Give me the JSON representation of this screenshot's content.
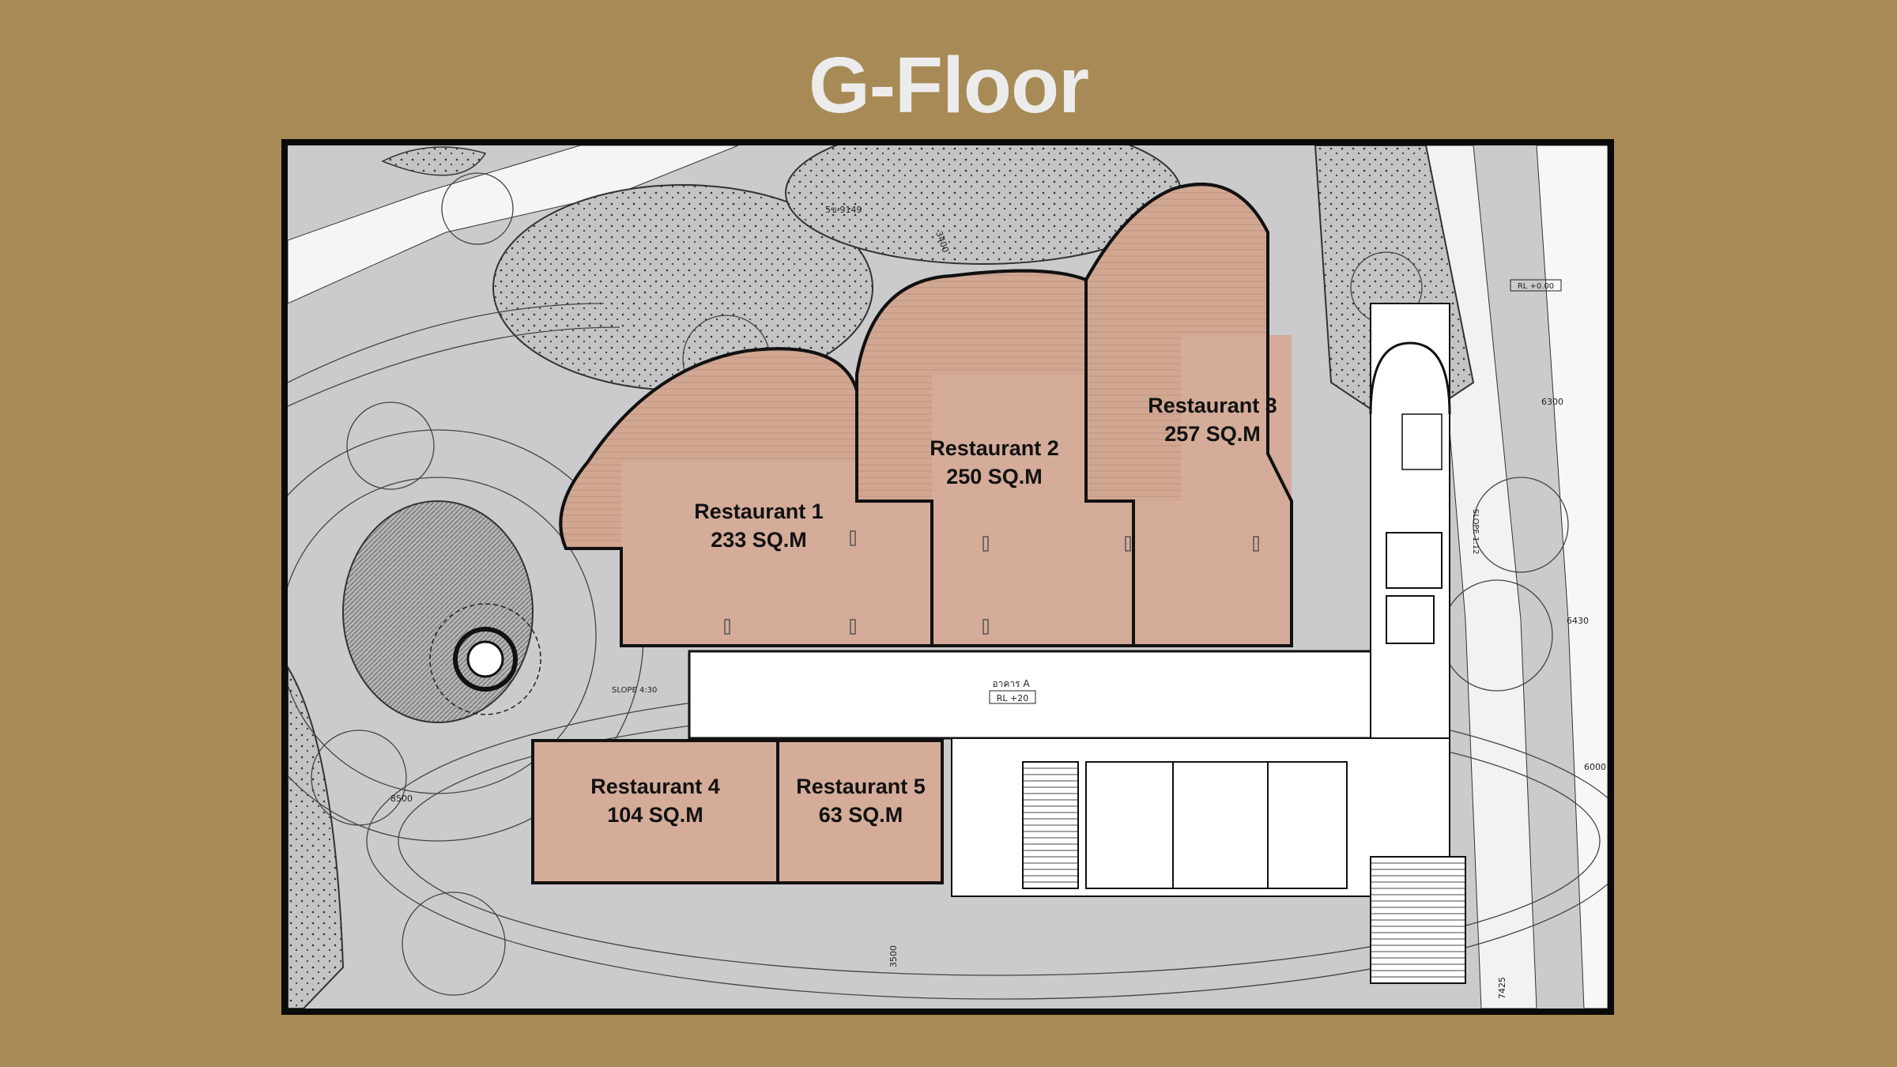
{
  "title": "G-Floor",
  "colors": {
    "background": "#a78a55",
    "restaurant_fill": "#d3a995",
    "site_fill": "#cbcbcd",
    "title_text": "#ececec"
  },
  "units": [
    {
      "name": "Restaurant 1",
      "area": "233 SQ.M"
    },
    {
      "name": "Restaurant 2",
      "area": "250 SQ.M"
    },
    {
      "name": "Restaurant 3",
      "area": "257 SQ.M"
    },
    {
      "name": "Restaurant 4",
      "area": "104 SQ.M"
    },
    {
      "name": "Restaurant 5",
      "area": "63 SQ.M"
    }
  ],
  "annotations": {
    "building": "อาคาร A",
    "building_level": "RL +20",
    "road_level": "RL +0.00",
    "slope_left": "SLOPE 4:30",
    "slope_right": "SLOPE 1:12",
    "dims": [
      "6300",
      "6430",
      "6000",
      "8500",
      "3500",
      "7425",
      "3400",
      "5ข-9149"
    ]
  }
}
